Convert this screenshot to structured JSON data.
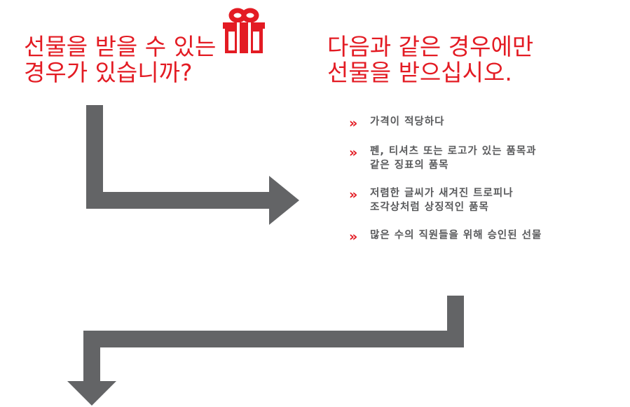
{
  "question": {
    "lines": [
      "선물을 받을 수 있는",
      "경우가 있습니까?"
    ],
    "icon": "gift-icon"
  },
  "answer": {
    "lines": [
      "다음과 같은 경우에만",
      "선물을 받으십시오."
    ]
  },
  "criteria": [
    "가격이 적당하다",
    "펜, 티셔츠 또는 로고가 있는 품목과\n같은 징표의 품목",
    "저렴한 글씨가 새겨진 트로피나\n조각상처럼 상징적인 품목",
    "많은 수의 직원들을 위해 승인된 선물"
  ],
  "bullet_glyph": "»",
  "colors": {
    "accent": "#e31b23",
    "arrow": "#636466",
    "body_text": "#58595b"
  }
}
